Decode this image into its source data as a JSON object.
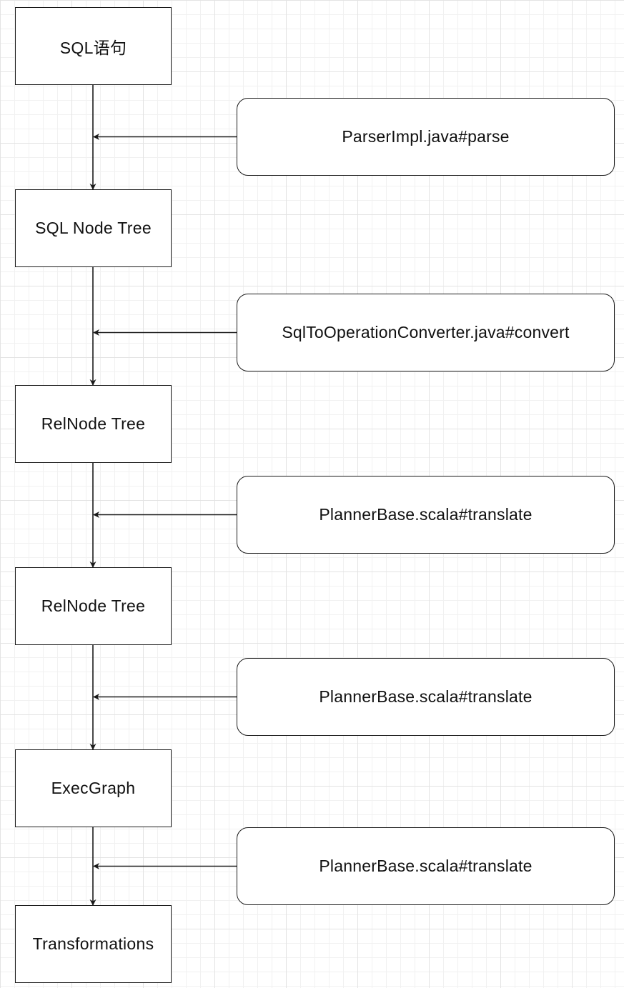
{
  "stages": [
    {
      "label": "SQL语句"
    },
    {
      "label": "SQL Node Tree"
    },
    {
      "label": "RelNode Tree"
    },
    {
      "label": "RelNode Tree"
    },
    {
      "label": "ExecGraph"
    },
    {
      "label": "Transformations"
    }
  ],
  "methods": [
    {
      "label": "ParserImpl.java#parse"
    },
    {
      "label": "SqlToOperationConverter.java#convert"
    },
    {
      "label": "PlannerBase.scala#translate"
    },
    {
      "label": "PlannerBase.scala#translate"
    },
    {
      "label": "PlannerBase.scala#translate"
    }
  ],
  "colors": {
    "stroke": "#1a1a1a",
    "grid": "#e3e3e3",
    "background": "#ffffff"
  }
}
